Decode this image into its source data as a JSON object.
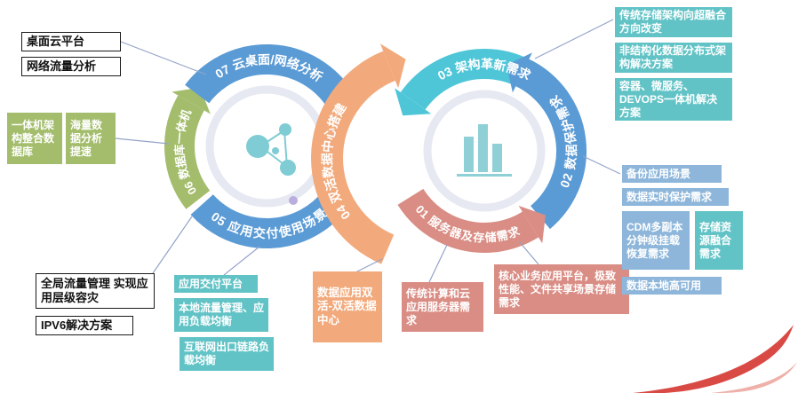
{
  "arcs": {
    "n01": "01 服务器及存储需求",
    "n02": "02 数据保护需求",
    "n03": "03 架构革新需求",
    "n04": "04 双活数据中心搭建",
    "n05": "05 应用交付使用场景",
    "n06": "06 数据库一体机",
    "n07": "07 云桌面/网络分析"
  },
  "boxes": {
    "desktop_cloud": "桌面云平台",
    "network_traffic": "网络流量分析",
    "aio_architecture": "一体机架构整合数据库",
    "massive_data": "海量数据分析提速",
    "global_traffic": "全局流量管理 实现应用层级容灾",
    "ipv6": "IPV6解决方案",
    "app_delivery": "应用交付平台",
    "local_lb": "本地流量管理、应用负载均衡",
    "internet_link_lb": "互联网出口链路负载均衡",
    "active_active_dc": "数据应用双活-双活数据中心",
    "traditional_cloud_server": "传统计算和云应用服务器需求",
    "core_business_storage": "核心业务应用平台，极致性能、文件共享场景存储需求",
    "hyperconverged": "传统存储架构向超融合方向改变",
    "unstructured_distributed": "非结构化数据分布式架构解决方案",
    "container_devops": "容器、微服务、DEVOPS一体机解决方案",
    "backup_scenario": "备份应用场景",
    "realtime_protection": "数据实时保护需求",
    "cdm_recovery": "CDM多副本分钟级挂载恢复需求",
    "storage_fusion": "存储资源融合需求",
    "local_ha": "数据本地高可用"
  },
  "colors": {
    "arc_blue": "#5b9bd5",
    "arc_green": "#a3bd6c",
    "arc_teal": "#4ec6d8",
    "arc_orange": "#f2aa7c",
    "arc_red": "#d98d84",
    "box_teal": "#62c3c6",
    "box_blue": "#8db6da",
    "box_green": "#a3bd6c",
    "swoosh_red": "#d94a45"
  }
}
